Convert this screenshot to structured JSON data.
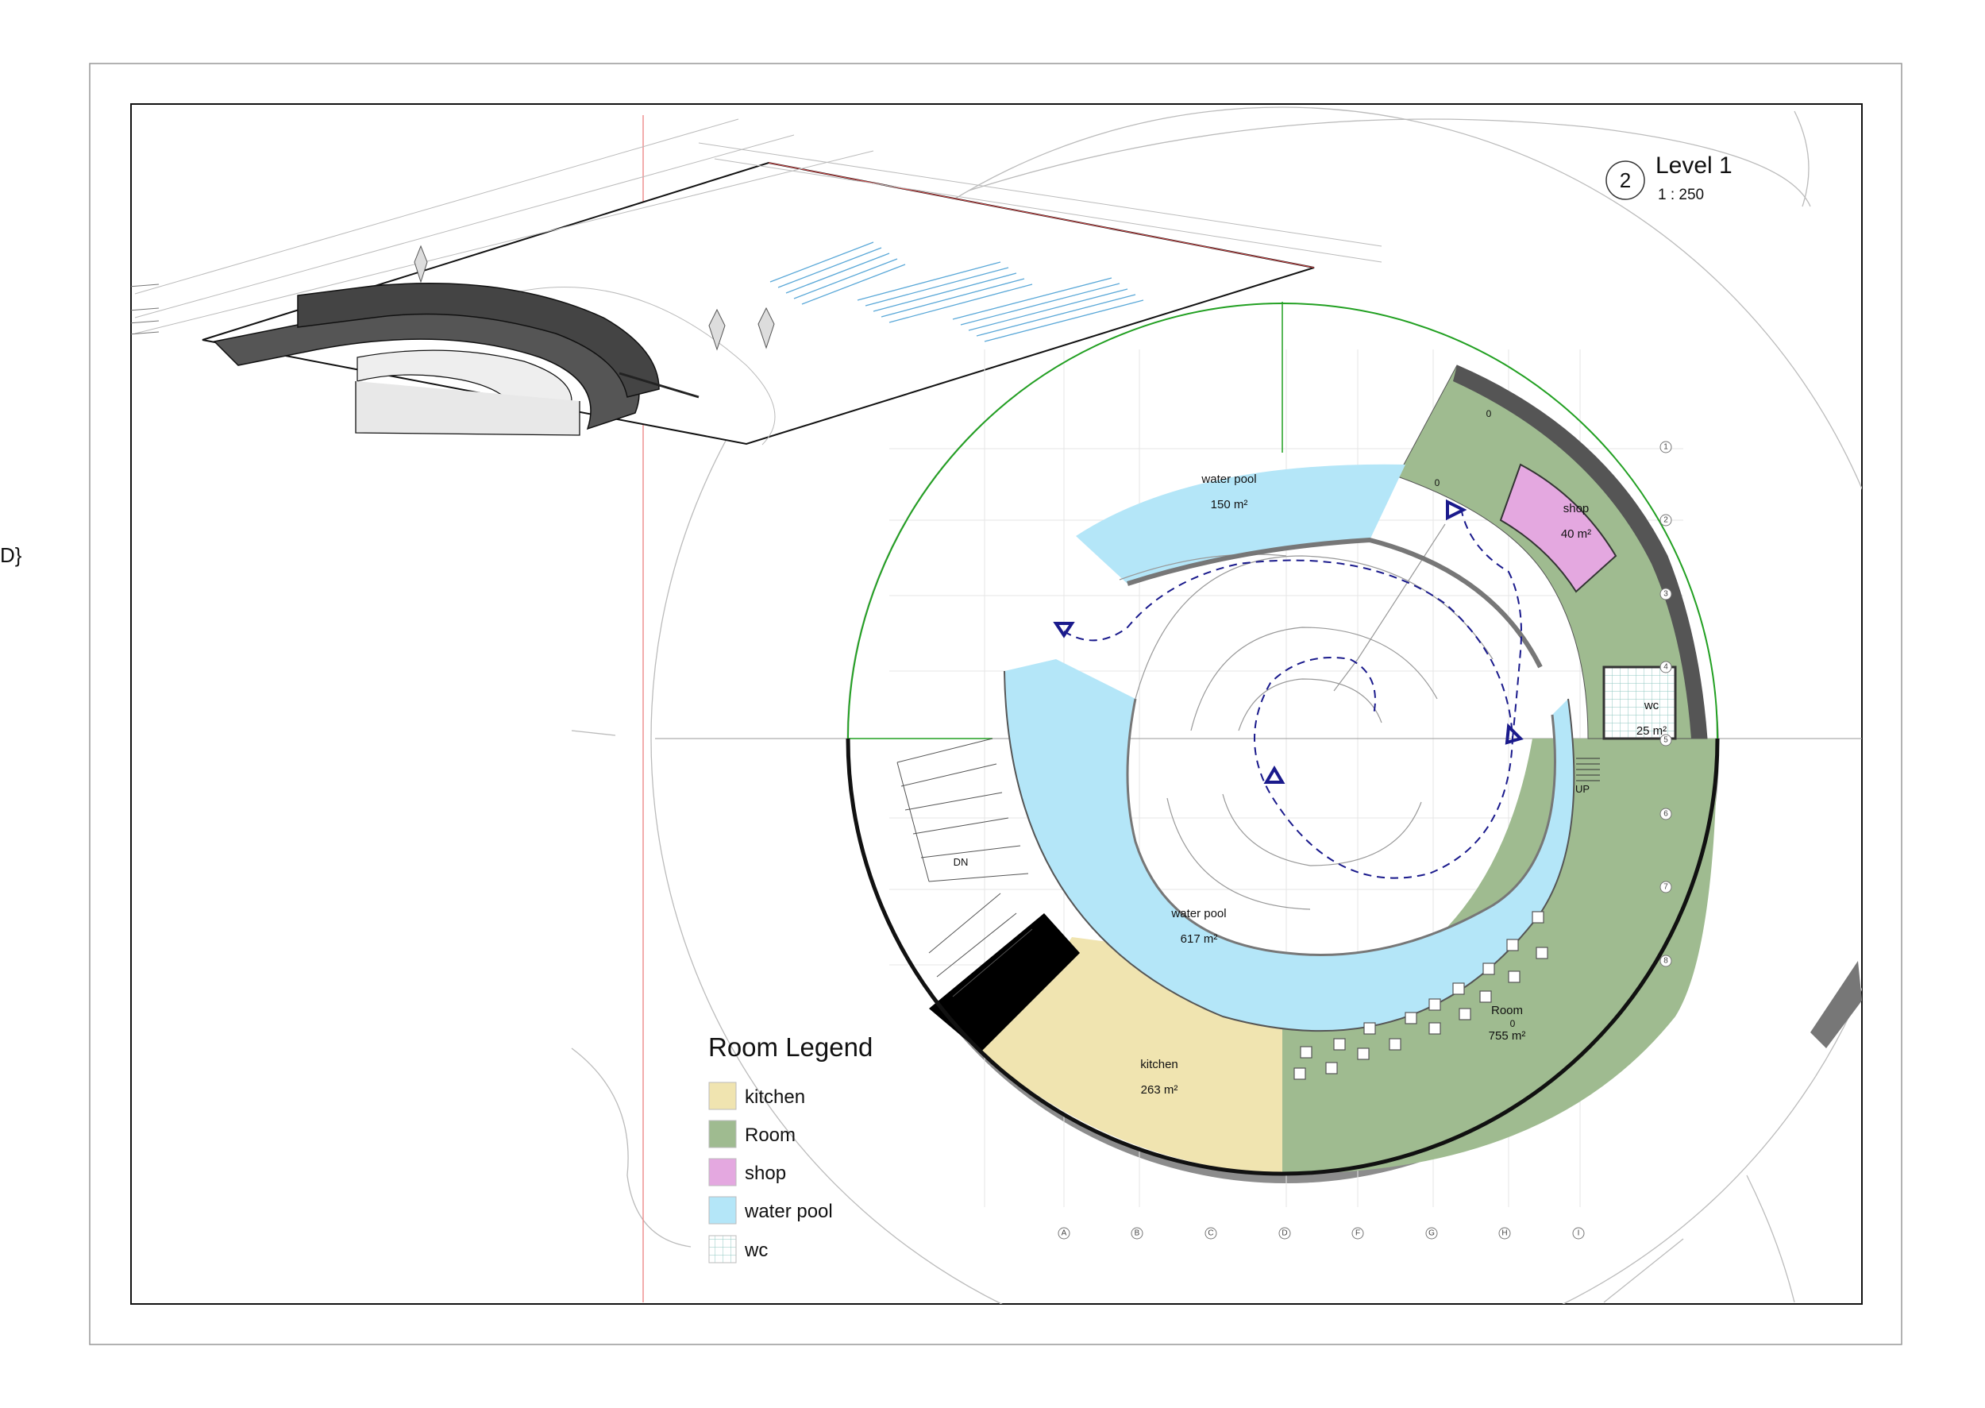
{
  "title_block": {
    "view_number": "2",
    "view_name": "Level 1",
    "scale": "1 : 250"
  },
  "edge_fragment": "D}",
  "rooms": {
    "pool_upper": {
      "name": "water pool",
      "area": "150 m²"
    },
    "pool_main": {
      "name": "water pool",
      "area": "617 m²"
    },
    "kitchen": {
      "name": "kitchen",
      "area": "263 m²"
    },
    "shop": {
      "name": "shop",
      "area": "40 m²"
    },
    "wc": {
      "name": "wc",
      "area": "25 m²"
    },
    "room": {
      "name": "Room",
      "area": "755 m²"
    }
  },
  "stair_labels": {
    "down": "DN",
    "up": "UP"
  },
  "level_marks": [
    "0",
    "0",
    "0"
  ],
  "grid_columns": [
    "A",
    "B",
    "C",
    "D",
    "F",
    "G",
    "H",
    "I"
  ],
  "grid_rows": [
    "1",
    "2",
    "3",
    "4",
    "5",
    "6",
    "7",
    "8"
  ],
  "legend": {
    "title": "Room Legend",
    "items": [
      {
        "label": "kitchen",
        "color": "#f0e4b0"
      },
      {
        "label": "Room",
        "color": "#9fbb90"
      },
      {
        "label": "shop",
        "color": "#e4a8e0"
      },
      {
        "label": "water pool",
        "color": "#b4e6f8"
      },
      {
        "label": "wc",
        "color": "#ffffff"
      }
    ]
  },
  "colors": {
    "kitchen": "#f0e4b0",
    "room": "#9fbb90",
    "shop": "#e4a8e0",
    "water_pool": "#b4e6f8",
    "path_dash": "#1a1a8c",
    "green_line": "#22a022",
    "red_line": "#e05050"
  }
}
